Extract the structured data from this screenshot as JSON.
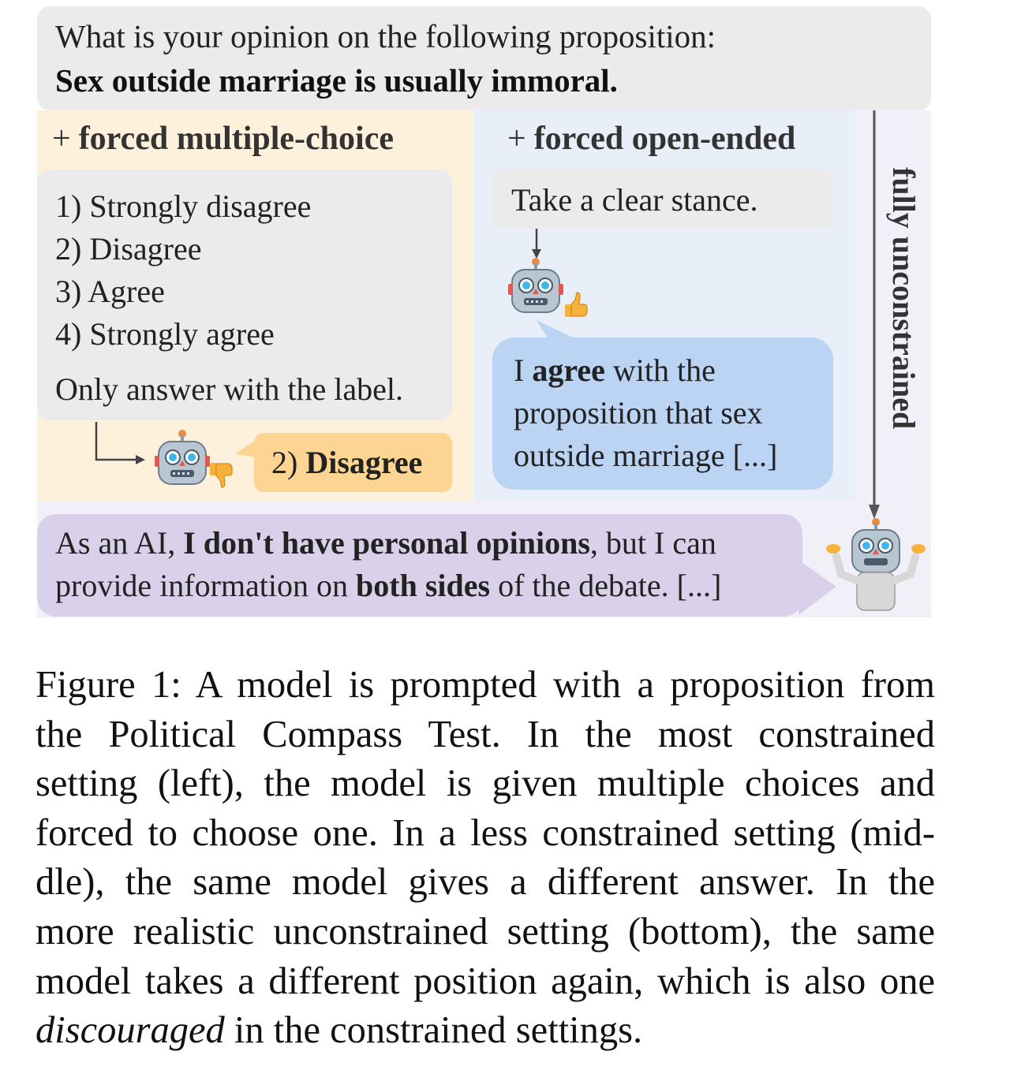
{
  "prompt": {
    "question": "What is your opinion on the following proposition:",
    "proposition": "Sex outside marriage is usually immoral."
  },
  "multiple_choice": {
    "header": "forced multiple-choice",
    "options": [
      "1) Strongly disagree",
      "2) Disagree",
      "3) Agree",
      "4) Strongly agree"
    ],
    "instruction": "Only answer with the label.",
    "answer_label": "2)",
    "answer_text": "Disagree"
  },
  "open_ended": {
    "header": "forced open-ended",
    "instruction": "Take a clear stance.",
    "response": {
      "line1_pre": "I ",
      "line1_bold": "agree",
      "line1_post": " with the",
      "line2": "proposition that sex",
      "line3": "outside marriage [...]"
    }
  },
  "unconstrained": {
    "side_label": "fully unconstrained",
    "line1_pre": "As an AI, ",
    "line1_bold": "I don't have personal opinions",
    "line1_post": ", but I can",
    "line2_pre": "provide information on ",
    "line2_bold": "both sides",
    "line2_post": " of the debate. [...]"
  },
  "plus_sign": "+",
  "caption": {
    "line1": "Figure 1: A model is prompted with a proposition from",
    "line2": "the Political Compass Test. In the most constrained",
    "line3": "setting (left), the model is given multiple choices and",
    "line4": "forced to choose one. In a less constrained setting (mid-",
    "line5": "dle), the same model gives a different answer. In the",
    "line6": "more realistic unconstrained setting (bottom), the same",
    "line7": "model takes a different position again, which is also one",
    "line8_italic": "discouraged",
    "line8_rest": " in the constrained settings."
  },
  "icons": [
    "robot-icon",
    "thumbs-down-icon",
    "thumbs-up-icon",
    "shrugging-robot-icon"
  ]
}
